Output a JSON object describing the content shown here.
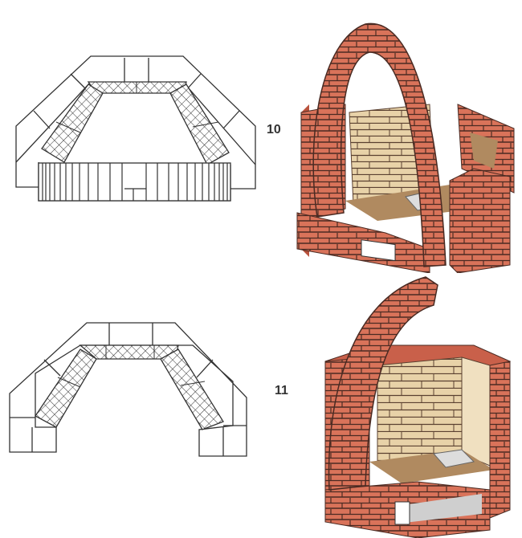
{
  "figures": [
    {
      "number": "10",
      "plan_view": "plan-view-step-10",
      "iso_view": "isometric-view-step-10"
    },
    {
      "number": "11",
      "plan_view": "plan-view-step-11",
      "iso_view": "isometric-view-step-11"
    }
  ],
  "colors": {
    "brick": "#d9735a",
    "brick_dark": "#b9523c",
    "mortar": "#4a2a22",
    "firebrick": "#e8d2a8",
    "firebrick_shadow": "#c9a87a",
    "floor": "#b08a60",
    "line": "#333333",
    "ash": "#cfcfcf"
  }
}
